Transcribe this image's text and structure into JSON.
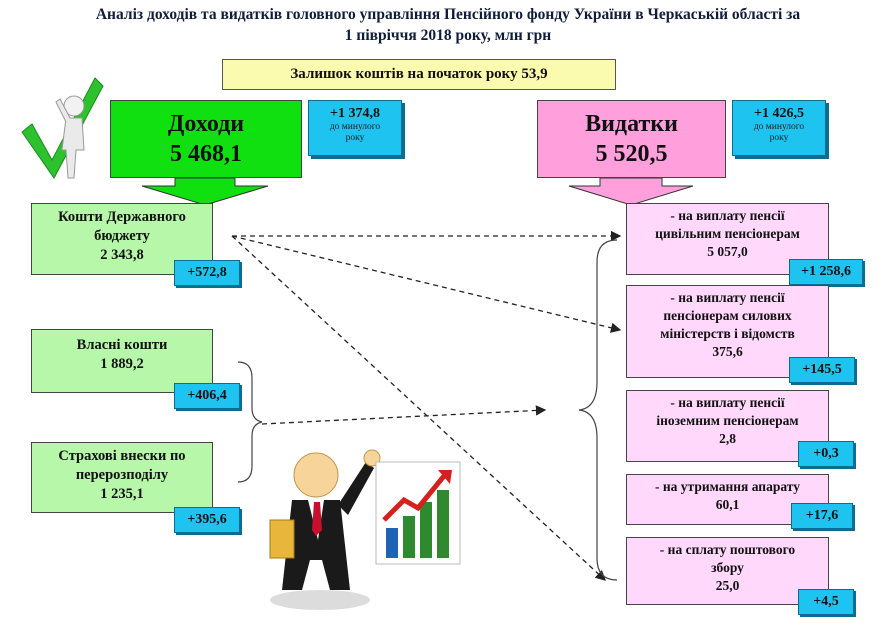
{
  "title": {
    "line1": "Аналіз  доходів та видатків головного управління Пенсійного фонду України в Черкаській області за",
    "line2": "1 півріччя 2018 року, млн грн"
  },
  "balance": "Залишок коштів на початок року 53,9",
  "income": {
    "label": "Доходи",
    "value": "5 468,1",
    "change": "+1 374,8",
    "change_note1": "до минулого",
    "change_note2": "року",
    "sources": [
      {
        "line1": "Кошти Державного",
        "line2": "бюджету",
        "value": "2 343,8",
        "change": "+572,8"
      },
      {
        "line1": "Власні кошти",
        "line2": "",
        "value": "1 889,2",
        "change": "+406,4"
      },
      {
        "line1": "Страхові внески по",
        "line2": "перерозподілу",
        "value": "1 235,1",
        "change": "+395,6"
      }
    ]
  },
  "expense": {
    "label": "Видатки",
    "value": "5 520,5",
    "change": "+1 426,5",
    "change_note1": "до минулого",
    "change_note2": "року",
    "items": [
      {
        "line1": "- на виплату пенсії",
        "line2": "цивільним пенсіонерам",
        "line3": "",
        "value": "5 057,0",
        "change": "+1 258,6"
      },
      {
        "line1": "- на виплату пенсії",
        "line2": "пенсіонерам силових",
        "line3": "міністерств і відомств",
        "value": "375,6",
        "change": "+145,5"
      },
      {
        "line1": "- на виплату пенсії",
        "line2": "іноземним пенсіонерам",
        "line3": "",
        "value": "2,8",
        "change": "+0,3"
      },
      {
        "line1": "- на утримання апарату",
        "line2": "",
        "line3": "",
        "value": "60,1",
        "change": "+17,6"
      },
      {
        "line1": "- на сплату поштового",
        "line2": "збору",
        "line3": "",
        "value": "25,0",
        "change": "+4,5"
      }
    ]
  },
  "colors": {
    "income": "#10e010",
    "expense": "#ff9fdc",
    "source_box": "#b6f7a9",
    "expense_box": "#ffd8fb",
    "scroll": "#1ec3f0",
    "balance": "#fbfbb0"
  },
  "icons": [
    "checkmark-figure-icon",
    "businessman-presenting-icon",
    "growth-chart-icon"
  ]
}
